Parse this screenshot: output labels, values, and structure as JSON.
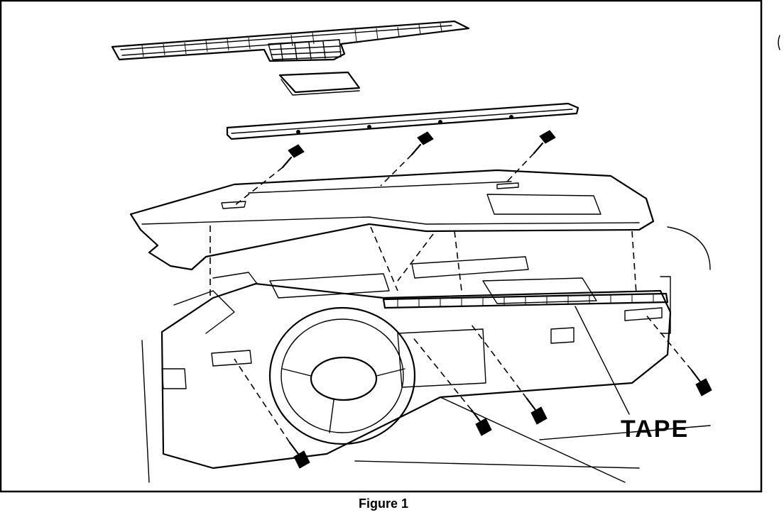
{
  "figure": {
    "caption": "Figure 1",
    "callouts": {
      "tape": "TAPE"
    }
  },
  "colors": {
    "ink": "#000000",
    "paper": "#ffffff"
  },
  "parts": [
    "defroster-grille",
    "speaker-grille-insert",
    "windshield-trim-strip",
    "instrument-panel-upper-trim-pad",
    "fastener-screws",
    "instrument-panel-carrier",
    "steering-wheel",
    "tape-strip"
  ]
}
